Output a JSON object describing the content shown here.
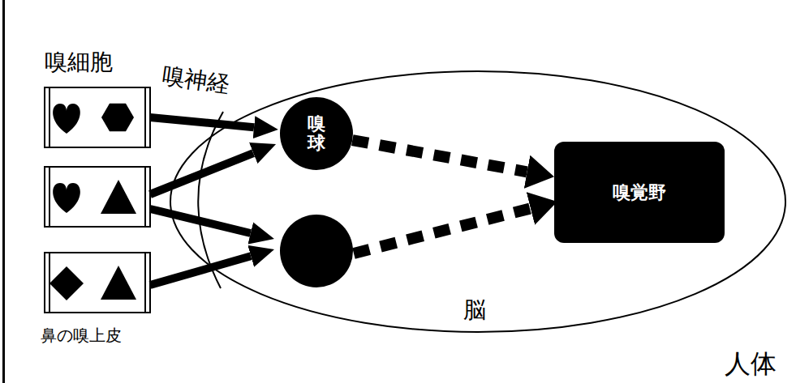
{
  "diagram": {
    "nodes": [
      {
        "text": [
          "脳"
        ]
      },
      {
        "text": [
          "嗅球"
        ],
        "in": 0
      },
      {
        "text": [
          "嗅覚野"
        ],
        "in": 0
      }
    ],
    "edges": [
      {
        "from": 1,
        "to": 2,
        "arrow": "to"
      }
    ],
    "labels": [
      "嗅細胞",
      "嗅神経",
      "鼻の嗅上皮",
      "人体"
    ]
  }
}
